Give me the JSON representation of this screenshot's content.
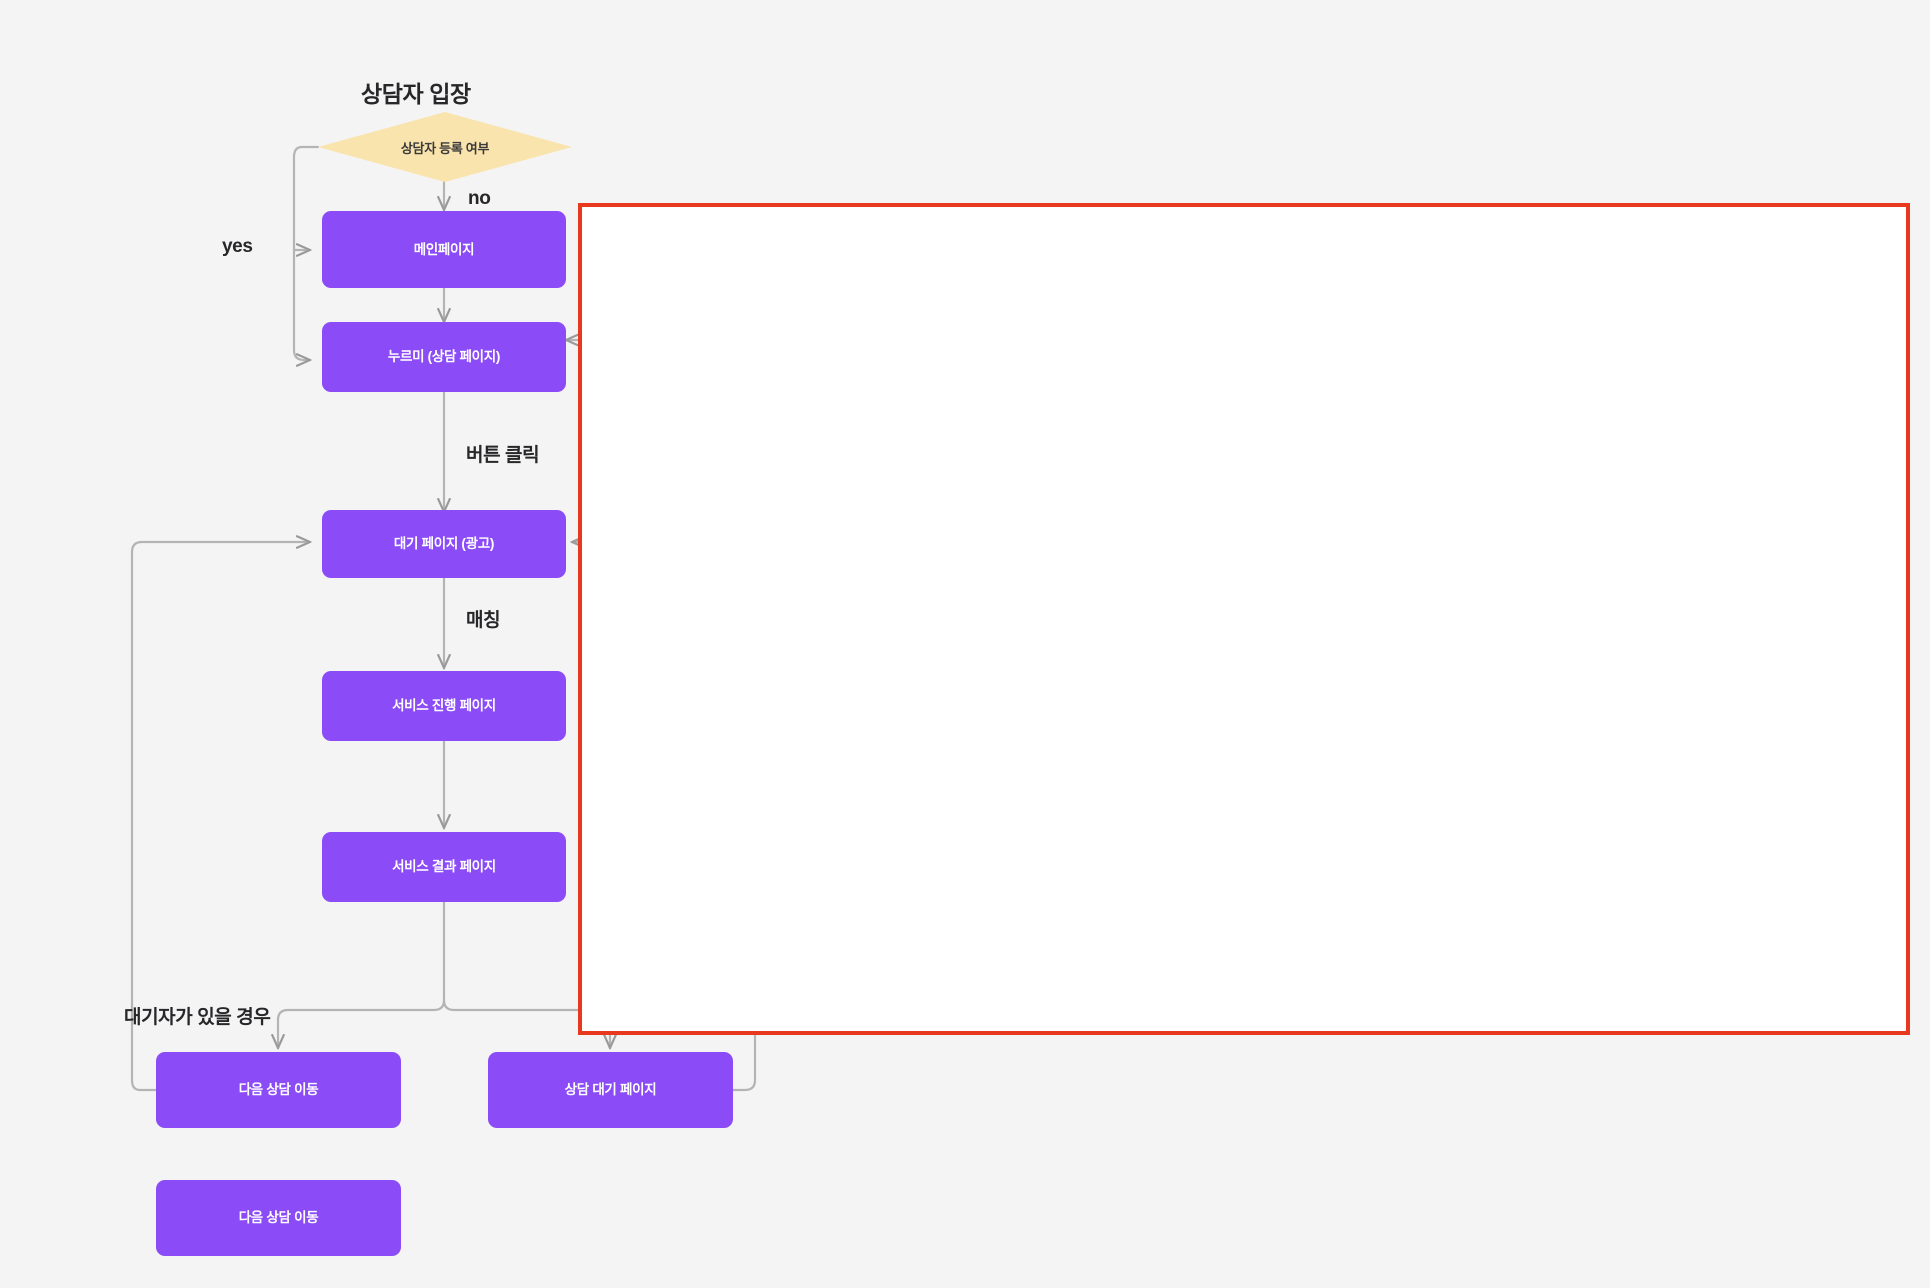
{
  "diagram": {
    "type": "flowchart",
    "title_label": "상담자 입장",
    "background_color": "#f4f4f4",
    "process_node_color": "#8b4bf7",
    "decision_node_color": "#fae4ad",
    "edge_color": "#9a9a9a",
    "highlight_border_color": "#e8391f",
    "highlight_fill_color": "#ffffff"
  },
  "nodes": {
    "decision_register": "상담자 등록 여부",
    "main_page": "메인페이지",
    "nurumi_page": "누르미 (상담 페이지)",
    "waiting_ad_page": "대기 페이지 (광고)",
    "service_progress_page": "서비스 진행 페이지",
    "service_result_page": "서비스 결과 페이지",
    "next_consult_move": "다음 상담 이동",
    "consult_waiting_page": "상담 대기 페이지",
    "next_consult_move_2": "다음 상담 이동"
  },
  "edge_labels": {
    "yes": "yes",
    "no": "no",
    "button_click": "버튼 클릭",
    "matching": "매칭",
    "has_waiting_user": "대기자가 있을 경우"
  }
}
